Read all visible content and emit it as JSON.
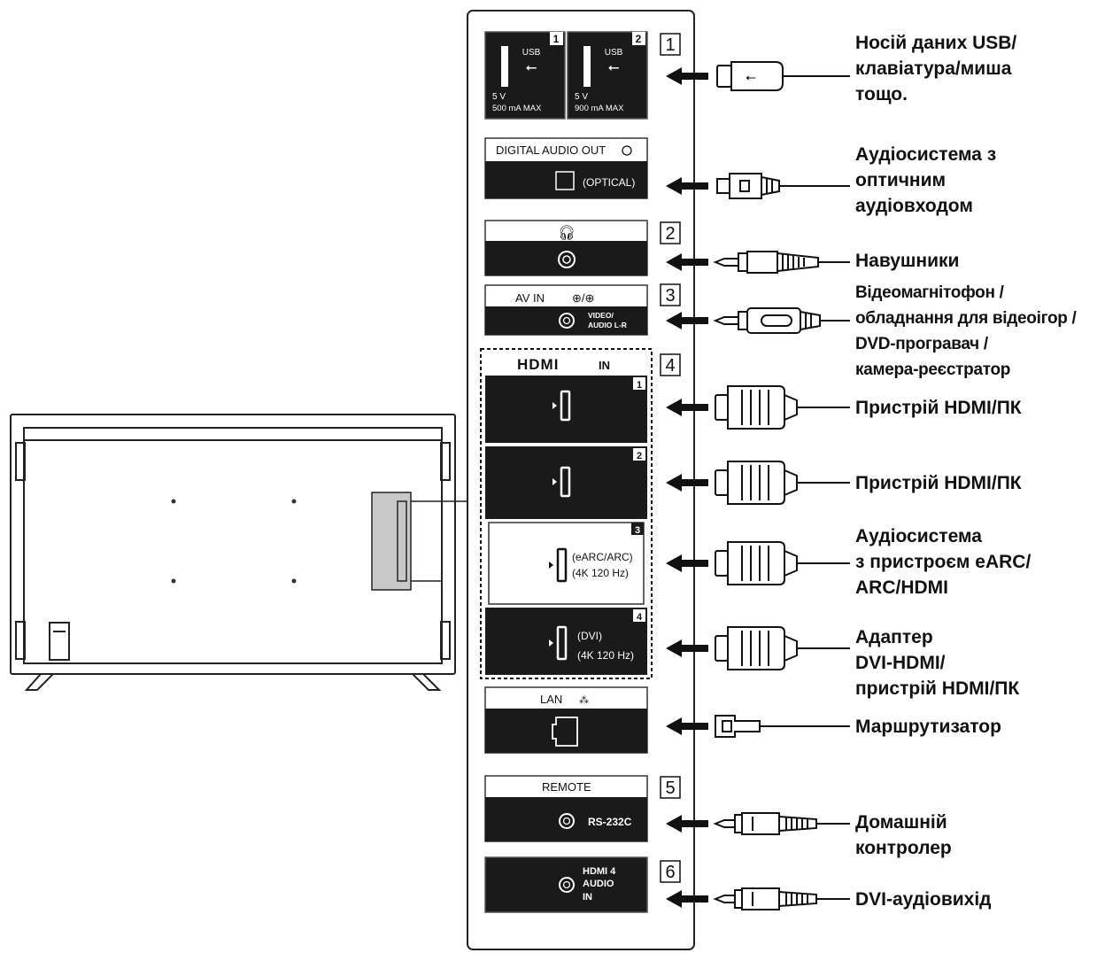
{
  "ports": {
    "usb_label": "USB",
    "usb1_num": "1",
    "usb2_num": "2",
    "usb1_power_v": "5 V",
    "usb1_power_ma": "500 mA MAX",
    "usb2_power_v": "5 V",
    "usb2_power_ma": "900 mA MAX",
    "digital_audio_out": "DIGITAL AUDIO OUT",
    "optical": "(OPTICAL)",
    "av_in": "AV IN",
    "video_audio_1": "VIDEO/",
    "video_audio_2": "AUDIO L-R",
    "hdmi_logo": "HDMI",
    "hdmi_in": "IN",
    "hdmi1_num": "1",
    "hdmi2_num": "2",
    "hdmi3_num": "3",
    "hdmi4_num": "4",
    "hdmi3_note_1": "(eARC/ARC)",
    "hdmi3_note_2": "(4K 120 Hz)",
    "hdmi4_note_1": "(DVI)",
    "hdmi4_note_2": "(4K 120 Hz)",
    "lan": "LAN",
    "remote": "REMOTE",
    "rs232c": "RS-232C",
    "hdmi4_audio_1": "HDMI 4",
    "hdmi4_audio_2": "AUDIO",
    "hdmi4_audio_3": "IN"
  },
  "groups": [
    "1",
    "2",
    "3",
    "4",
    "5",
    "6"
  ],
  "labels": {
    "usb": [
      "Носій даних USB/",
      "клавіатура/миша",
      "тощо."
    ],
    "optical": [
      "Аудіосистема з",
      "оптичним",
      "аудіовходом"
    ],
    "headphones": [
      "Навушники"
    ],
    "av": [
      "Відеомагнітофон /",
      "обладнання для відеоігор /",
      "DVD-програвач /",
      "камера-реєстратор"
    ],
    "hdmi1": [
      "Пристрій HDMI/ПК"
    ],
    "hdmi2": [
      "Пристрій HDMI/ПК"
    ],
    "hdmi3": [
      "Аудіосистема",
      "з пристроєм eARC/",
      "ARC/HDMI"
    ],
    "hdmi4": [
      "Адаптер",
      "DVI-HDMI/",
      "пристрій HDMI/ПК"
    ],
    "lan": [
      "Маршрутизатор"
    ],
    "remote": [
      "Домашній",
      "контролер"
    ],
    "hdmi4_audio": [
      "DVI-аудіовихід"
    ]
  },
  "icons": [
    "tv-back-view",
    "usb-icon",
    "optical-icon",
    "headphone-icon",
    "hdmi-plug-icon",
    "rj45-plug-icon",
    "mini-jack-icon",
    "arrow-left-icon"
  ],
  "colors": {
    "ink": "#111111",
    "panel_dark": "#1a1a1a",
    "highlight_gray": "#c8c8c8"
  }
}
